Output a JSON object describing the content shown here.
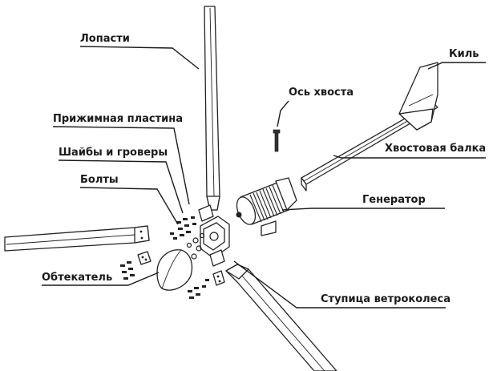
{
  "labels": {
    "blades": "Лопасти",
    "clamp_plate": "Прижимная пластина",
    "washers": "Шайбы и гроверы",
    "bolts": "Болты",
    "fairing": "Обтекатель",
    "tail_axis": "Ось хвоста",
    "fin": "Киль",
    "tail_boom": "Хвостовая балка",
    "generator": "Генератор",
    "hub": "Ступица ветроколеса"
  }
}
